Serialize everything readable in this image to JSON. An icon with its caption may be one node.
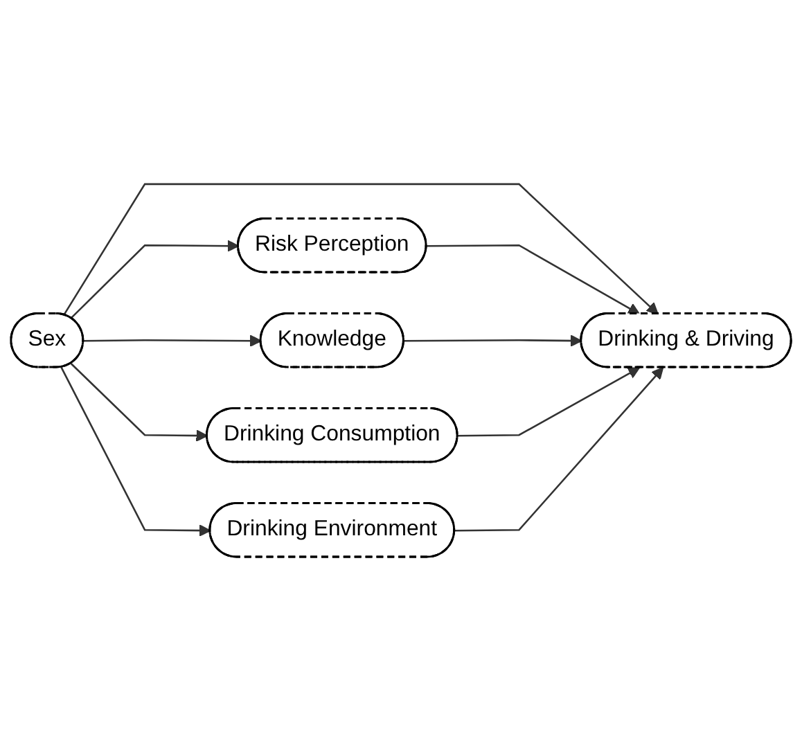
{
  "diagram": {
    "nodes": [
      {
        "text": [
          "Sex"
        ]
      },
      {
        "text": [
          "Risk Perception"
        ]
      },
      {
        "text": [
          "Knowledge"
        ]
      },
      {
        "text": [
          "Drinking Consumption"
        ]
      },
      {
        "text": [
          "Drinking Environment"
        ]
      },
      {
        "text": [
          "Drinking & Driving"
        ]
      }
    ],
    "edges": [
      {
        "from": 0,
        "to": 1,
        "arrow": "to"
      },
      {
        "from": 0,
        "to": 2,
        "arrow": "to"
      },
      {
        "from": 0,
        "to": 5,
        "arrow": "to"
      },
      {
        "from": 0,
        "to": 3,
        "arrow": "to"
      },
      {
        "from": 0,
        "to": 4,
        "arrow": "to"
      },
      {
        "from": 1,
        "to": 5,
        "arrow": "to"
      },
      {
        "from": 2,
        "to": 5,
        "arrow": "to"
      },
      {
        "from": 3,
        "to": 5,
        "arrow": "to"
      },
      {
        "from": 4,
        "to": 5,
        "arrow": "to"
      }
    ]
  }
}
